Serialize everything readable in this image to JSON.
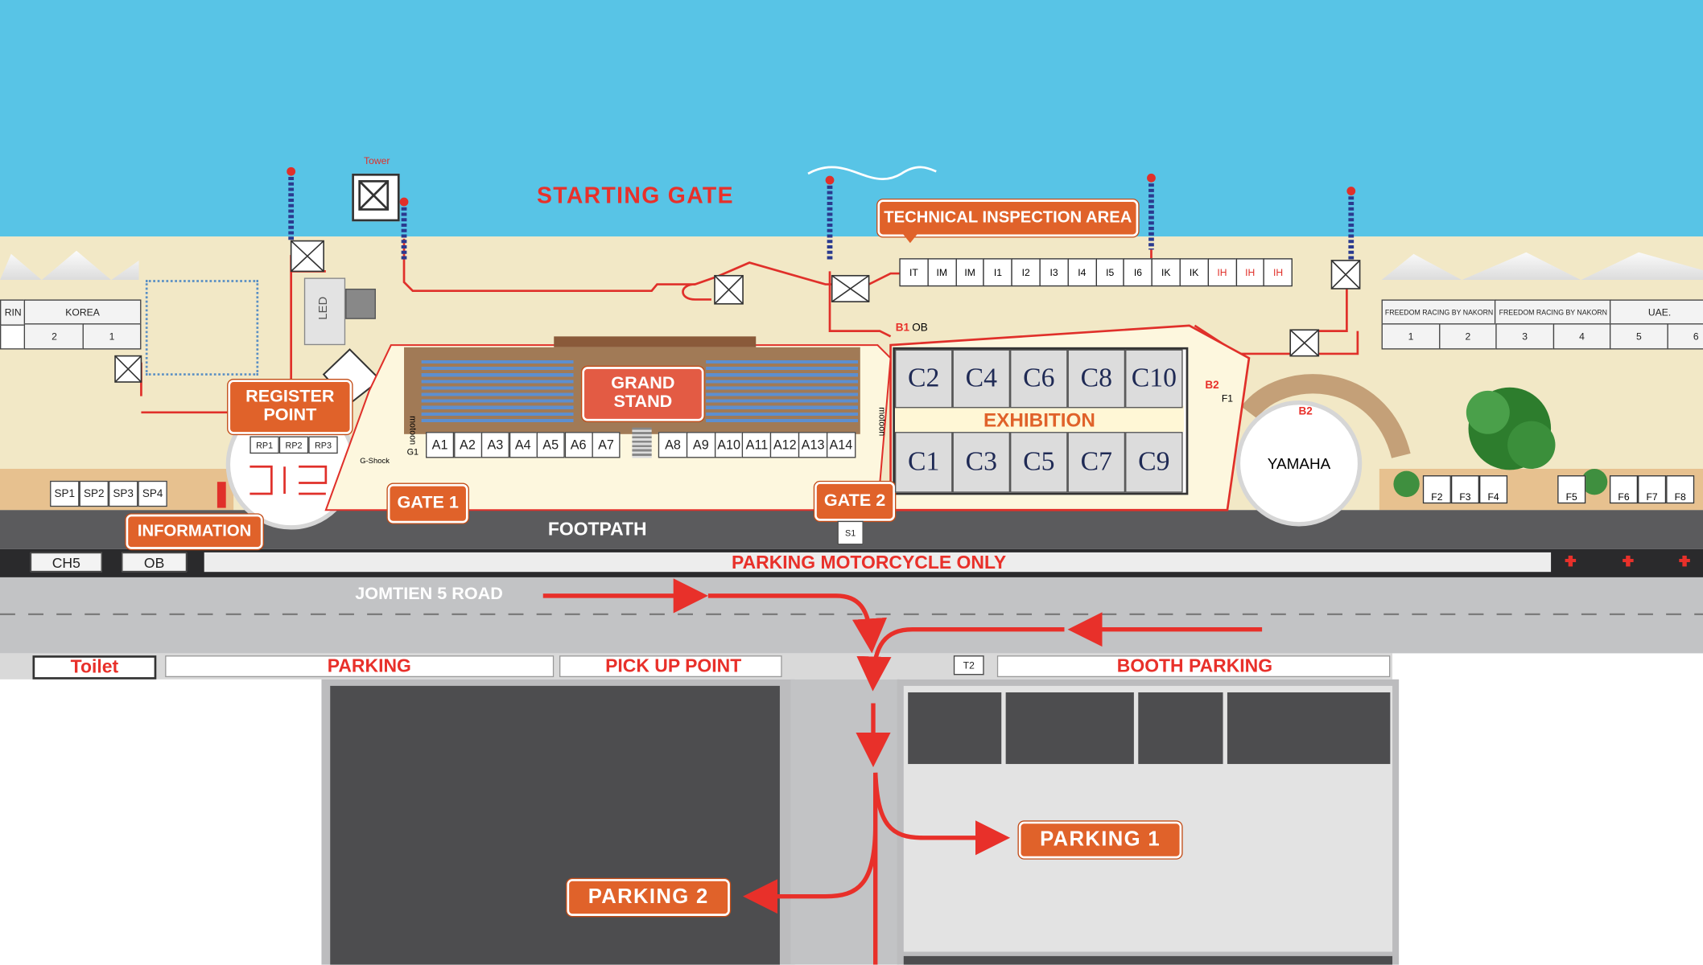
{
  "title_starting_gate": "STARTING GATE",
  "tower_label": "Tower",
  "led_label": "LED",
  "technical_inspection": "TECHNICAL INSPECTION AREA",
  "inspection_stalls": [
    "IT",
    "IM",
    "IM",
    "I1",
    "I2",
    "I3",
    "I4",
    "I5",
    "I6",
    "IK",
    "IK",
    "IH",
    "IH",
    "IH"
  ],
  "team_tents_left": {
    "names": [
      "RIN",
      "KOREA"
    ],
    "numbers": [
      "",
      "2",
      "1"
    ]
  },
  "team_tents_right": {
    "names": [
      "FREEDOM RACING BY NAKORN",
      "FREEDOM RACING BY NAKORN",
      "UAE."
    ],
    "numbers": [
      "1",
      "2",
      "3",
      "4",
      "5",
      "6"
    ]
  },
  "register_point": "REGISTER POINT",
  "register_positions": [
    "RP1",
    "RP2",
    "RP3"
  ],
  "grand_stand": "GRAND STAND",
  "a_booths_left": [
    "A1",
    "A2",
    "A3",
    "A4",
    "A5",
    "A6",
    "A7"
  ],
  "a_booths_right": [
    "A8",
    "A9",
    "A10",
    "A11",
    "A12",
    "A13",
    "A14"
  ],
  "gate1": "GATE 1",
  "gate2": "GATE 2",
  "g_shock": "G-Shock",
  "g1": "G1",
  "vertical_text": "motoon",
  "exhibition": "EXHIBITION",
  "exhibition_top": [
    "C2",
    "C4",
    "C6",
    "C8",
    "C10"
  ],
  "exhibition_bottom": [
    "C1",
    "C3",
    "C5",
    "C7",
    "C9"
  ],
  "b1": "B1",
  "ob": "OB",
  "b2a": "B2",
  "b2b": "B2",
  "f1": "F1",
  "yamaha": "YAMAHA",
  "f_stalls": [
    "F2",
    "F3",
    "F4",
    "F5",
    "F6",
    "F7",
    "F8"
  ],
  "sp_stalls": [
    "SP1",
    "SP2",
    "SP3",
    "SP4"
  ],
  "information": "INFORMATION",
  "footpath": "FOOTPATH",
  "s1": "S1",
  "ch5": "CH5",
  "ob_box": "OB",
  "parking_motorcycle": "PARKING  MOTORCYCLE  ONLY",
  "road_name": "JOMTIEN 5 ROAD",
  "toilet": "Toilet",
  "parking": "PARKING",
  "pick_up_point": "PICK UP POINT",
  "t2": "T2",
  "booth_parking": "BOOTH PARKING",
  "parking1": "PARKING  1",
  "parking2": "PARKING  2",
  "colors": {
    "sea": "#58c4e6",
    "sand": "#f2e8c6",
    "road": "#c2c3c5",
    "dark_lot": "#4d4d4f",
    "accent_orange": "#e0622a",
    "route_red": "#e8302a"
  }
}
